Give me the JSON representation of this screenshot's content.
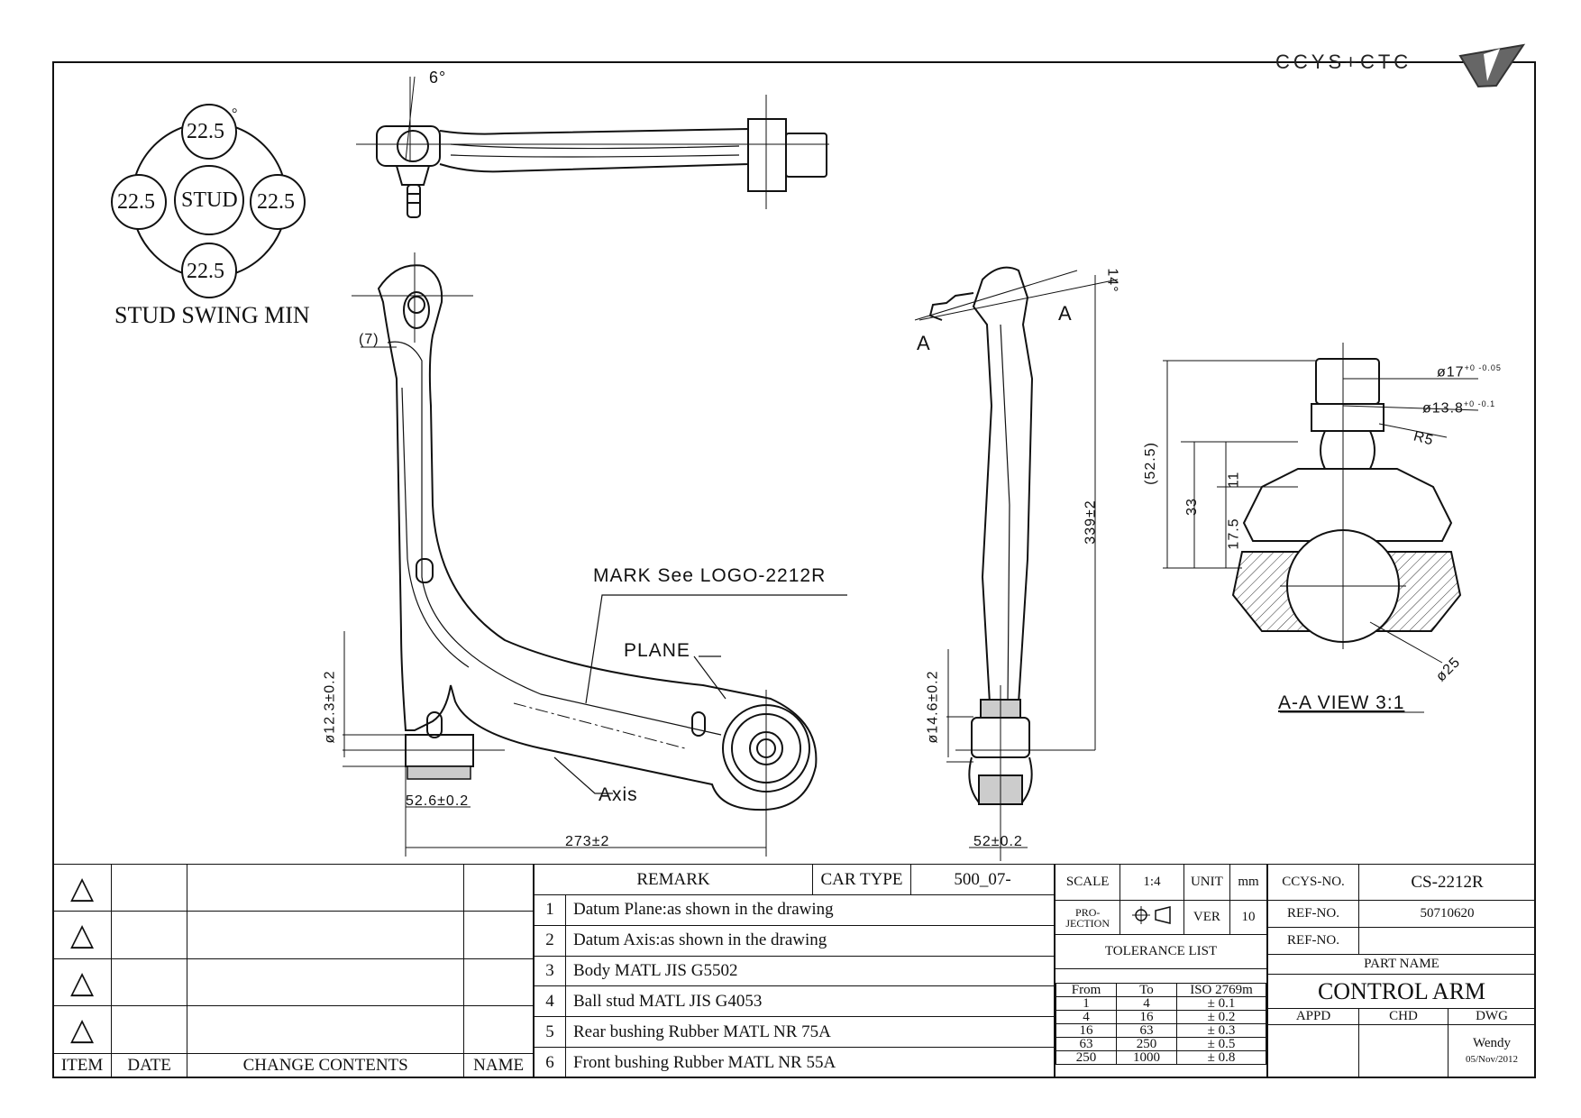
{
  "logo": {
    "text": "CCYS+CTC"
  },
  "stud_swing": {
    "center": "STUD",
    "angles": [
      "22.5",
      "22.5",
      "22.5",
      "22.5"
    ],
    "degree_symbol": "°",
    "caption": "STUD SWING MIN"
  },
  "annotations": {
    "top_angle": "6°",
    "side_angle": "14°",
    "section_a_left": "A",
    "section_a_right": "A",
    "dim_7": "(7)",
    "mark": "MARK See LOGO-2212R",
    "plane": "PLANE",
    "axis": "Axis",
    "dia_rear": "ø12.3±0.2",
    "dim_52_6": "52.6±0.2",
    "dim_273": "273±2",
    "dim_339": "339±2",
    "dia_front": "ø14.6±0.2",
    "dim_52": "52±0.2",
    "dia_17": "ø17",
    "dia_17_tol": "+0 -0.05",
    "dia_13_8": "ø13.8",
    "dia_13_8_tol": "+0 -0.1",
    "r5": "R5",
    "dim_52_5": "(52.5)",
    "dim_33": "33",
    "dim_11": "11",
    "dim_17_5": "17.5",
    "dia_25": "ø25",
    "aa_view": "A-A VIEW 3:1"
  },
  "revision_table": {
    "headers": {
      "item": "ITEM",
      "date": "DATE",
      "change": "CHANGE CONTENTS",
      "name": "NAME"
    }
  },
  "remarks": {
    "header": "REMARK",
    "car_type_label": "CAR TYPE",
    "car_type_value": "500_07-",
    "items": [
      {
        "no": "1",
        "text": "Datum Plane:as shown in the drawing"
      },
      {
        "no": "2",
        "text": "Datum Axis:as shown in the drawing"
      },
      {
        "no": "3",
        "text": "Body MATL JIS G5502"
      },
      {
        "no": "4",
        "text": "Ball stud MATL JIS G4053"
      },
      {
        "no": "5",
        "text": "Rear bushing Rubber MATL NR 75A"
      },
      {
        "no": "6",
        "text": "Front bushing Rubber MATL NR 55A"
      }
    ]
  },
  "spec": {
    "scale_label": "SCALE",
    "scale_value": "1:4",
    "unit_label": "UNIT",
    "unit_value": "mm",
    "projection_label": "PRO- JECTION",
    "ver_label": "VER",
    "ver_value": "10",
    "tolerance_title": "TOLERANCE LIST",
    "tol_headers": [
      "From",
      "To",
      "ISO 2769m"
    ],
    "tol_rows": [
      [
        "1",
        "4",
        "± 0.1"
      ],
      [
        "4",
        "16",
        "± 0.2"
      ],
      [
        "16",
        "63",
        "± 0.3"
      ],
      [
        "63",
        "250",
        "± 0.5"
      ],
      [
        "250",
        "1000",
        "± 0.8"
      ]
    ]
  },
  "identity": {
    "ccys_no_label": "CCYS-NO.",
    "ccys_no_value": "CS-2212R",
    "ref_no_label": "REF-NO.",
    "ref_no_value": "50710620",
    "ref_no2_label": "REF-NO.",
    "ref_no2_value": "",
    "part_name_label": "PART NAME",
    "part_name_value": "CONTROL ARM",
    "appd_label": "APPD",
    "chd_label": "CHD",
    "dwg_label": "DWG",
    "dwg_name": "Wendy",
    "dwg_date": "05/Nov/2012"
  }
}
